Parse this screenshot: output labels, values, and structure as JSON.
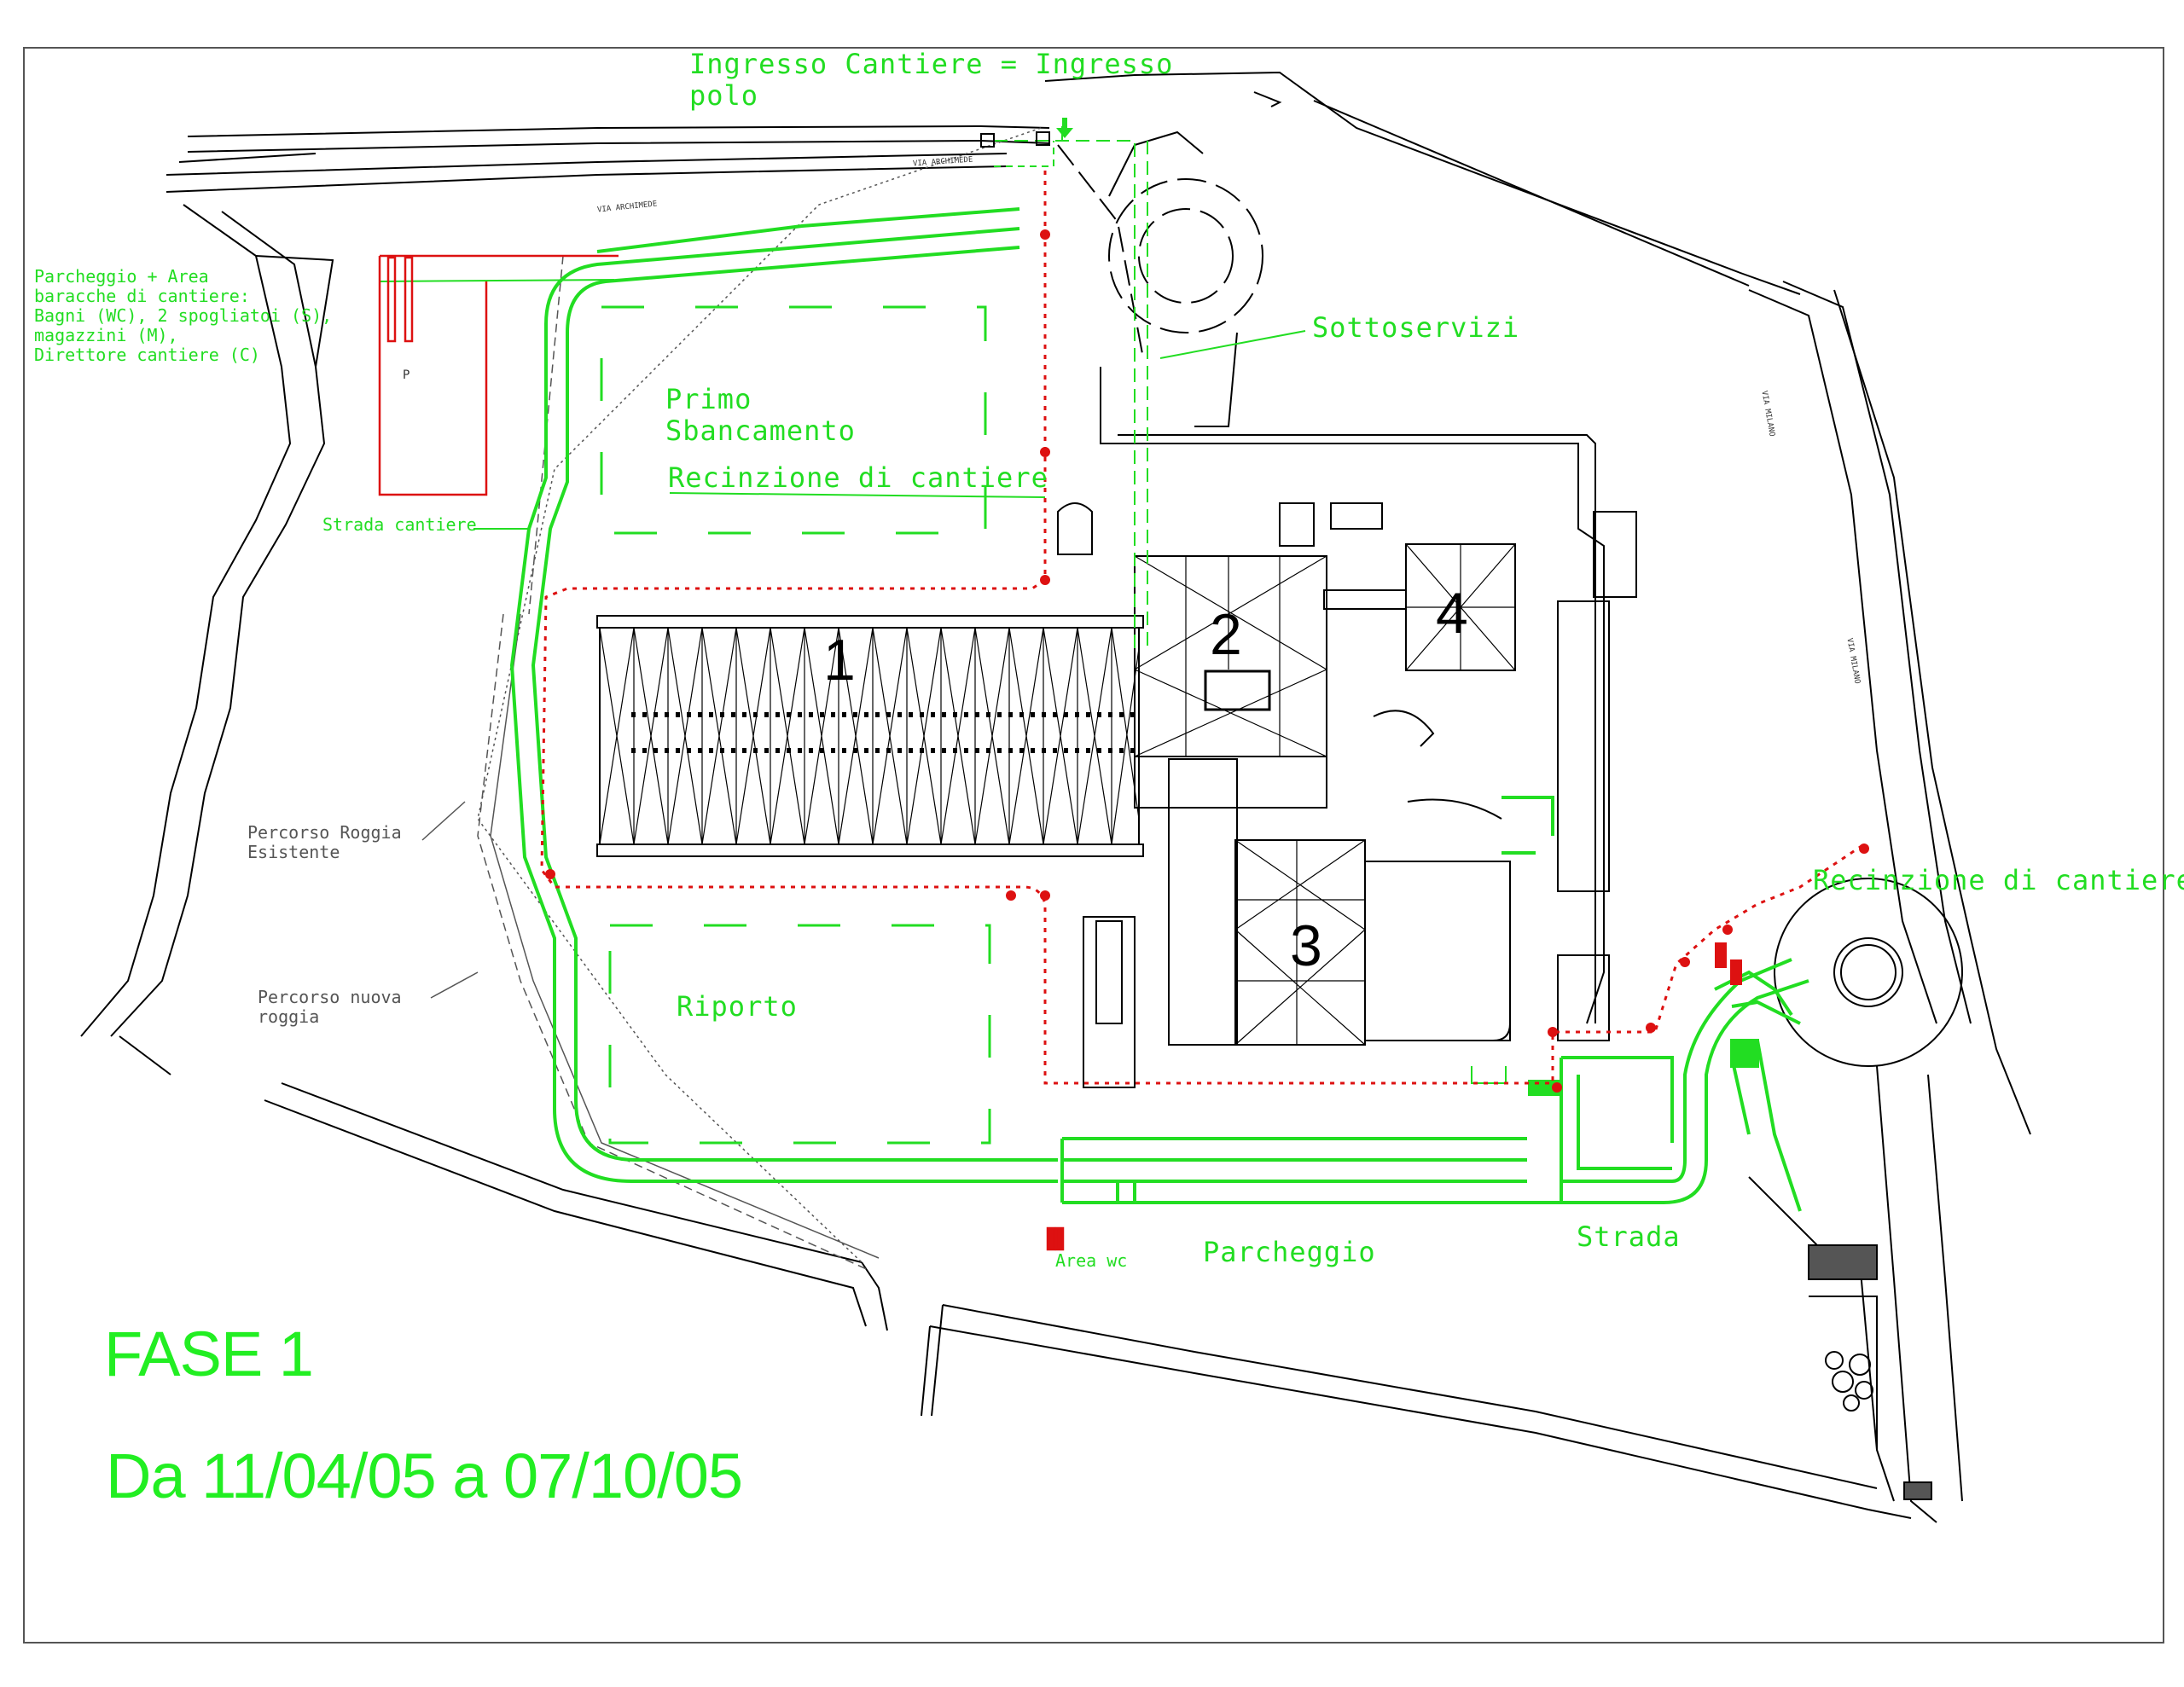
{
  "colors": {
    "site_green": "#22dd22",
    "fence_red": "#dd1111",
    "linework": "#000000",
    "background": "#ffffff"
  },
  "labels": {
    "ingresso": [
      "Ingresso Cantiere = Ingresso",
      "polo"
    ],
    "parcheggio_area": [
      "Parcheggio + Area",
      "baracche di cantiere:",
      "Bagni (WC), 2 spogliatoi (S),",
      "magazzini (M),",
      "Direttore cantiere (C)"
    ],
    "sottoservizi": "Sottoservizi",
    "primo_sbancamento": [
      "Primo",
      "Sbancamento"
    ],
    "recinzione_top": "Recinzione di cantiere",
    "strada_cantiere": "Strada cantiere",
    "recinzione_right": "Recinzione di cantiere",
    "percorso_roggia": [
      "Percorso Roggia",
      "Esistente"
    ],
    "percorso_nuova": [
      "Percorso nuova",
      "roggia"
    ],
    "riporto": "Riporto",
    "area_wc": "Area wc",
    "parcheggio": "Parcheggio",
    "strada": "Strada",
    "parking_p": "P"
  },
  "buildings": [
    "1",
    "2",
    "3",
    "4"
  ],
  "roads": {
    "via_archimede_1": "VIA ARCHIMEDE",
    "via_archimede_2": "VIA ARCHIMEDE",
    "via_milano_1": "VIA MILANO",
    "via_milano_2": "VIA MILANO"
  },
  "phase": {
    "title": "FASE 1",
    "dates": "Da 11/04/05 a 07/10/05"
  }
}
